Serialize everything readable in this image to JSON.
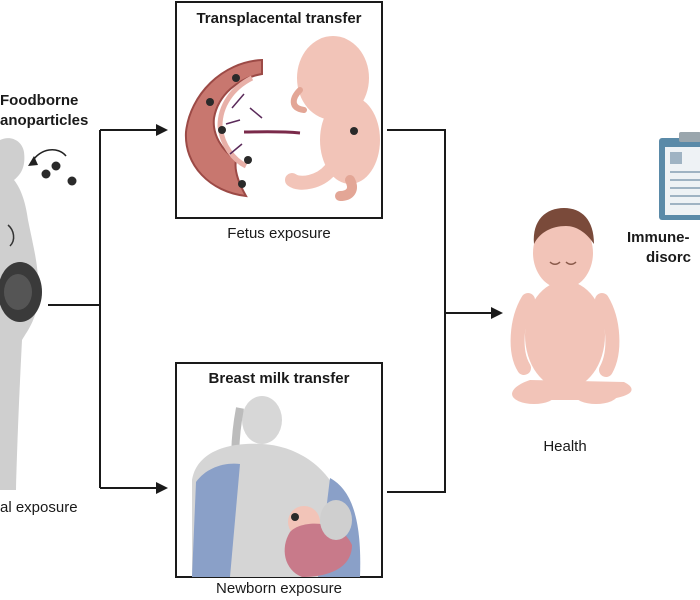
{
  "labels": {
    "foodborne_line1": "Foodborne",
    "foodborne_line2": "anoparticles",
    "maternal_exposure": "al exposure",
    "transplacental_transfer": "Transplacental transfer",
    "fetus_exposure": "Fetus exposure",
    "breast_milk_transfer": "Breast milk transfer",
    "newborn_exposure": "Newborn exposure",
    "health": "Health",
    "immune_line1": "Immune-",
    "immune_line2": "disorc"
  },
  "colors": {
    "line": "#1a1a1a",
    "skin": "#f2c4b8",
    "skin_dark": "#e3a696",
    "placenta": "#c8776f",
    "placenta_dark": "#9c4a46",
    "vessel": "#5a2a5a",
    "mother_silhouette": "#c8c8c8",
    "particle": "#2a2a2a",
    "blanket": "#8aa0c8",
    "baby_wrap": "#c87a8a",
    "clipboard": "#5a8aa8",
    "hair": "#7a4a3a"
  },
  "icons": [
    "pregnant-mother-icon",
    "nanoparticle-icon",
    "placenta-icon",
    "fetus-icon",
    "breastfeeding-mother-icon",
    "infant-icon",
    "clipboard-icon"
  ]
}
